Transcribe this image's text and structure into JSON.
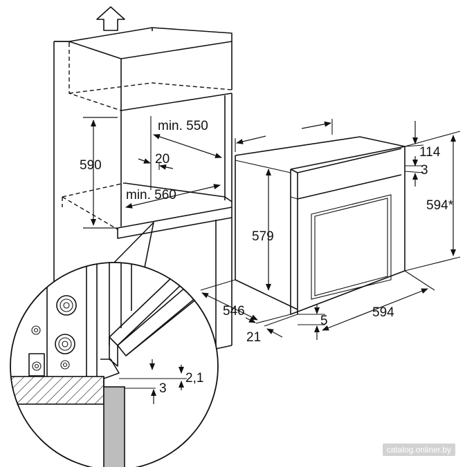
{
  "dimensions": {
    "min_550": "min. 550",
    "d_590": "590",
    "d_20": "20",
    "min_560": "min. 560",
    "d_114": "114",
    "d_3_top": "3",
    "d_594_star": "594*",
    "d_579": "579",
    "d_546": "546",
    "d_594": "594",
    "d_5": "5",
    "d_21": "21",
    "d_2_1": "2,1",
    "d_3_detail": "3"
  },
  "watermark": "catalog.onliner.by"
}
